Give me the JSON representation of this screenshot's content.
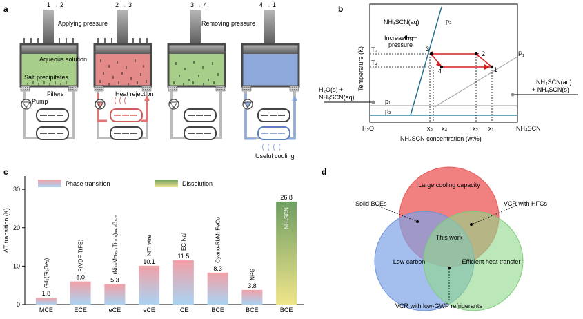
{
  "panels": {
    "a": {
      "letter": "a",
      "steps": [
        "1 → 2",
        "2 → 3",
        "3 → 4",
        "4 → 1"
      ],
      "applying_pressure": "Applying pressure",
      "removing_pressure": "Removing pressure",
      "aqueous_solution": "Aqueous solution",
      "salt_precipitates": "Salt precipitates",
      "filters": "Filters",
      "pump": "Pump",
      "heat_rejection": "Heat rejection",
      "useful_cooling": "Useful cooling",
      "colors": {
        "green": "#a7cf89",
        "red": "#e48a88",
        "blue": "#8eaadc",
        "grey": "#8c8c8c",
        "dark": "#4a4a4a"
      }
    },
    "b": {
      "letter": "b",
      "ylabel": "Temperature (K)",
      "xlabel": "NH₄SCN concentration (wt%)",
      "x_left": "H₂O",
      "x_right": "NH₄SCN",
      "region_top": "NH₄SCN(aq)",
      "region_left_1": "H₂O(s) +",
      "region_left_2": "NH₄SCN(aq)",
      "region_right_1": "NH₄SCN(aq)",
      "region_right_2": "+ NH₄SCN(s)",
      "increasing_pressure_1": "Increasing",
      "increasing_pressure_2": "pressure",
      "p3_top": "p₃",
      "p1_right": "P₁",
      "p1_left": "p₁",
      "p3_left": "p₃",
      "t2": "T₂",
      "t4": "T₄",
      "points": [
        "1",
        "2",
        "3",
        "4"
      ],
      "x_ticks": [
        "x₃",
        "x₄",
        "x₂",
        "x₁"
      ],
      "colors": {
        "teal": "#1f6f8b",
        "red": "#d42020",
        "grey": "#aaaaaa"
      }
    },
    "c": {
      "letter": "c",
      "ylabel": "ΔT transition (K)",
      "legend_phase": "Phase transition",
      "legend_dissolution": "Dissolution"
    },
    "d": {
      "letter": "d",
      "top_circle": "Large cooling capacity",
      "left_circle": "Low carbon",
      "right_circle": "Efficient heat transfer",
      "center": "This work",
      "solid_bces": "Solid BCEs",
      "vcr_hfcs": "VCR with HFCs",
      "vcr_lowgwp": "VCR with low-GWP refrigerants",
      "colors": {
        "red": "#ef6b6b",
        "blue": "#7ea3e6",
        "green": "#8fd88a"
      }
    }
  },
  "chart_data": {
    "type": "bar",
    "categories": [
      "MCE",
      "ECE",
      "eCE",
      "eCE",
      "ICE",
      "BCE",
      "BCE",
      "BCE"
    ],
    "materials": [
      "Gd₅(Si₂Ge₂)",
      "P(VDF-TrFE)",
      "(Ni₅₀Mn₃₁.₅Ti₁₈.₅)₉₉.₈B₀.₂",
      "NiTi wire",
      "EC-NaI",
      "Cyano-RbMnFeCo",
      "NPG",
      "NH₄SCN"
    ],
    "values": [
      1.8,
      6.0,
      5.3,
      10.1,
      11.5,
      8.3,
      3.8,
      26.8
    ],
    "value_labels": [
      "1.8",
      "6.0",
      "5.3",
      "10.1",
      "11.5",
      "8.3",
      "3.8",
      "26.8"
    ],
    "transition": [
      "Phase transition",
      "Phase transition",
      "Phase transition",
      "Phase transition",
      "Phase transition",
      "Phase transition",
      "Phase transition",
      "Dissolution"
    ],
    "yticks": [
      "0",
      "10",
      "20",
      "30"
    ],
    "ylim": [
      0,
      32
    ],
    "ylabel": "ΔT transition (K)",
    "legend": [
      "Phase transition",
      "Dissolution"
    ],
    "legend_position": "top"
  }
}
